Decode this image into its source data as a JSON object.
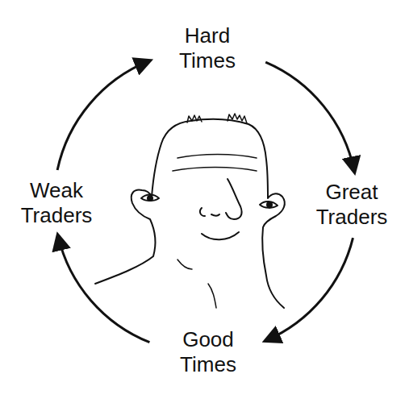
{
  "diagram": {
    "nodes": [
      {
        "text": [
          "Hard Times"
        ]
      },
      {
        "text": [
          "Great Traders"
        ]
      },
      {
        "text": [
          "Good Times"
        ]
      },
      {
        "text": [
          "Weak Traders"
        ]
      }
    ],
    "edges": [
      {
        "from": 0,
        "to": 1,
        "arrow": "to"
      },
      {
        "from": 1,
        "to": 2,
        "arrow": "to"
      },
      {
        "from": 2,
        "to": 3,
        "arrow": "to"
      },
      {
        "from": 3,
        "to": 0,
        "arrow": "to"
      }
    ]
  }
}
